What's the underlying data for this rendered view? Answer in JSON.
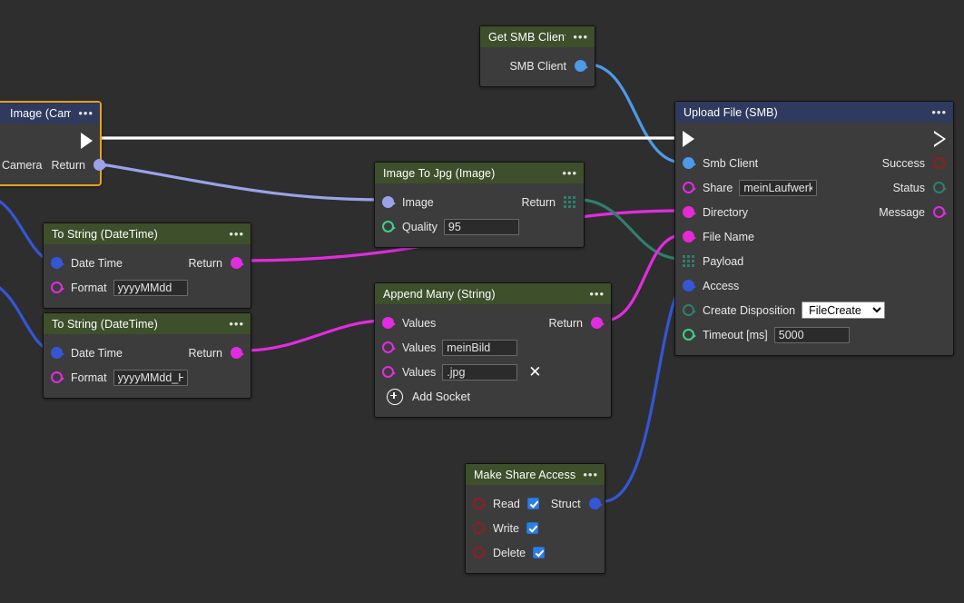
{
  "canvas": {
    "background": "#2e2e2e",
    "selection_color": "#e8a317"
  },
  "palette": {
    "header_green": "#3d4f2b",
    "header_blue": "#2f3a5e",
    "node_body": "#3c3c3c",
    "exec_wire": "#ffffff",
    "wire_blue": "#4d9ae8",
    "wire_indigo": "#3556d6",
    "wire_periwinkle": "#9aa3e8",
    "wire_magenta": "#e22ce0",
    "wire_teal": "#2f7f6d"
  },
  "nodes": [
    {
      "id": "get-smb-client",
      "title": "Get SMB Client",
      "menu": "•••",
      "outputs": [
        {
          "label": "SMB Client",
          "port": "blue-filled"
        }
      ]
    },
    {
      "id": "image-camera",
      "title": "Image (Camera)",
      "menu": "•••",
      "selected": true,
      "rows": [
        {
          "label": "Camera",
          "label2": "Return",
          "port": "periwinkle-filled"
        }
      ]
    },
    {
      "id": "upload-file-smb",
      "title": "Upload File (SMB)",
      "menu": "•••",
      "inputs": [
        {
          "label": "Smb Client",
          "port": "blue-filled"
        },
        {
          "label": "Share",
          "port": "magenta-hollow",
          "value": "meinLaufwerk"
        },
        {
          "label": "Directory",
          "port": "magenta-filled"
        },
        {
          "label": "File Name",
          "port": "magenta-filled"
        },
        {
          "label": "Payload",
          "port": "teal-grid"
        },
        {
          "label": "Access",
          "port": "indigo-filled"
        },
        {
          "label": "Create Disposition",
          "port": "teal-hollow",
          "value": "FileCreate",
          "options": [
            "FileCreate"
          ]
        },
        {
          "label": "Timeout [ms]",
          "port": "green-hollow",
          "value": "5000"
        }
      ],
      "outputs": [
        {
          "label": "Success",
          "port": "red-hollow"
        },
        {
          "label": "Status",
          "port": "teal-hollow"
        },
        {
          "label": "Message",
          "port": "magenta-hollow"
        }
      ]
    },
    {
      "id": "image-to-jpg",
      "title": "Image To Jpg (Image)",
      "menu": "•••",
      "rows": [
        {
          "label": "Image",
          "port": "periwinkle-filled",
          "out_label": "Return",
          "out_port": "teal-grid"
        },
        {
          "label": "Quality",
          "port": "green-hollow",
          "value": "95"
        }
      ]
    },
    {
      "id": "to-string-datetime-1",
      "title": "To String (DateTime)",
      "menu": "•••",
      "rows": [
        {
          "label": "Date Time",
          "port": "indigo-filled",
          "out_label": "Return",
          "out_port": "magenta-filled"
        },
        {
          "label": "Format",
          "port": "magenta-hollow",
          "value": "yyyyMMdd"
        }
      ]
    },
    {
      "id": "to-string-datetime-2",
      "title": "To String (DateTime)",
      "menu": "•••",
      "rows": [
        {
          "label": "Date Time",
          "port": "indigo-filled",
          "out_label": "Return",
          "out_port": "magenta-filled"
        },
        {
          "label": "Format",
          "port": "magenta-hollow",
          "value": "yyyyMMdd_HH"
        }
      ]
    },
    {
      "id": "append-many-string",
      "title": "Append Many (String)",
      "menu": "•••",
      "rows": [
        {
          "label": "Values",
          "port": "magenta-filled",
          "out_label": "Return",
          "out_port": "magenta-filled"
        },
        {
          "label": "Values",
          "port": "magenta-hollow",
          "value": "meinBild"
        },
        {
          "label": "Values",
          "port": "magenta-hollow",
          "value": ".jpg",
          "remove": "✕"
        }
      ],
      "add_socket": "Add Socket"
    },
    {
      "id": "make-share-access",
      "title": "Make Share Access",
      "menu": "•••",
      "rows": [
        {
          "label": "Read",
          "port": "red-hollow",
          "checked": true,
          "out_label": "Struct",
          "out_port": "indigo-filled"
        },
        {
          "label": "Write",
          "port": "red-hollow",
          "checked": true
        },
        {
          "label": "Delete",
          "port": "red-hollow",
          "checked": true
        }
      ]
    }
  ]
}
